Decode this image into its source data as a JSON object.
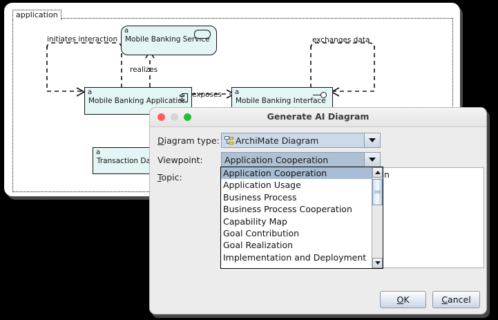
{
  "editor": {
    "group_label": "application",
    "nodes": [
      {
        "id": "service",
        "stereotype": "a",
        "label": "Mobile Banking Service",
        "icon": "application-service-icon"
      },
      {
        "id": "application",
        "stereotype": "a",
        "label": "Mobile Banking Application",
        "icon": "application-component-icon"
      },
      {
        "id": "interface",
        "stereotype": "a",
        "label": "Mobile Banking Interface",
        "icon": "application-interface-icon"
      },
      {
        "id": "data",
        "stereotype": "a",
        "label": "Transaction Data",
        "icon": "data-object-icon"
      }
    ],
    "relations": [
      {
        "id": "initiates",
        "label": "initiates interaction"
      },
      {
        "id": "realizes",
        "label": "realizes"
      },
      {
        "id": "exposes",
        "label": "exposes"
      },
      {
        "id": "exchanges",
        "label": "exchanges data"
      }
    ]
  },
  "dialog": {
    "title": "Generate AI Diagram",
    "window_buttons": [
      "close",
      "minimize",
      "zoom"
    ],
    "fields": {
      "diagram_type": {
        "label_prefix": "D",
        "label_rest": "iagram type:",
        "value": "ArchiMate Diagram",
        "icon": "archimate-diagram-icon"
      },
      "viewpoint": {
        "label": "Viewpoint:",
        "value": "Application Cooperation"
      },
      "topic": {
        "label_prefix": "T",
        "label_rest": "opic:",
        "value": "",
        "ghost_text": "n"
      }
    },
    "viewpoint_options": [
      "Application Cooperation",
      "Application Usage",
      "Business Process",
      "Business Process Cooperation",
      "Capability Map",
      "Goal Contribution",
      "Goal Realization",
      "Implementation and Deployment"
    ],
    "selected_viewpoint": "Application Cooperation",
    "buttons": {
      "ok": {
        "prefix": "O",
        "rest": "K"
      },
      "cancel": {
        "prefix": "C",
        "rest": "ancel"
      }
    }
  },
  "colors": {
    "node_fill": "#e4f5f6",
    "dialog_bg": "#ececec",
    "selection": "#a8bdd4",
    "combo_active": "#aec0d4",
    "combo_inactive": "#ccd9e8",
    "traffic_red": "#ff5f57",
    "traffic_gray": "#d4d4d4",
    "traffic_green": "#21c131",
    "shadow": "#474747"
  }
}
